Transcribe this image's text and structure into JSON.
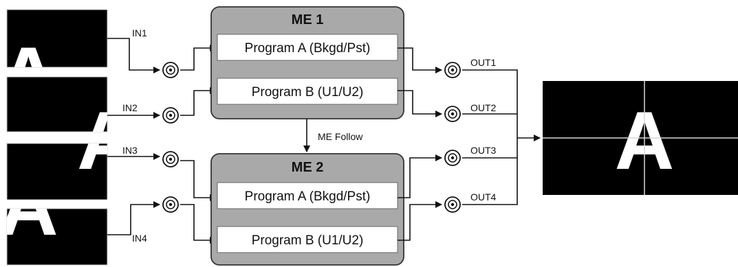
{
  "inputs": [
    {
      "label": "IN1"
    },
    {
      "label": "IN2"
    },
    {
      "label": "IN3"
    },
    {
      "label": "IN4"
    }
  ],
  "outputs": [
    {
      "label": "OUT1"
    },
    {
      "label": "OUT2"
    },
    {
      "label": "OUT3"
    },
    {
      "label": "OUT4"
    }
  ],
  "me1": {
    "title": "ME 1",
    "program_a": "Program A (Bkgd/Pst)",
    "program_b": "Program B (U1/U2)"
  },
  "me2": {
    "title": "ME 2",
    "program_a": "Program A (Bkgd/Pst)",
    "program_b": "Program B (U1/U2)"
  },
  "me_follow": "ME Follow",
  "tile_glyph": "A",
  "colors": {
    "me_box": "#a9a9a9",
    "program_box": "#ffffff",
    "screen": "#000000",
    "glyph": "#ffffff",
    "wire": "#111111"
  }
}
